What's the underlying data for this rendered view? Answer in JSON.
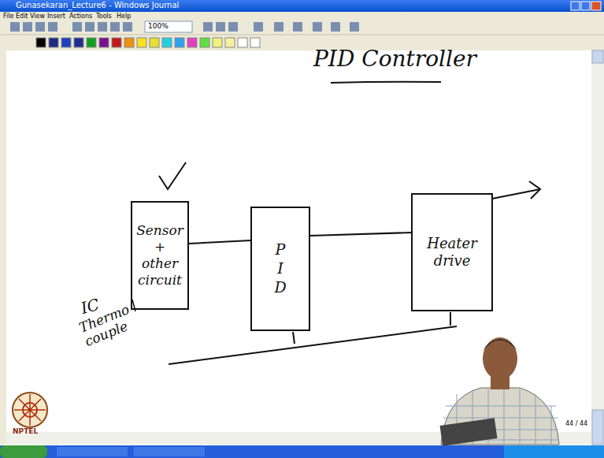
{
  "diagram": {
    "title": "PID Controller",
    "nodes": [
      {
        "text": [
          "Sensor + other circuit"
        ]
      },
      {
        "text": [
          "P I D"
        ]
      },
      {
        "text": [
          "Heater drive"
        ]
      }
    ],
    "edges": [
      {
        "from": 0,
        "to": 1,
        "arrow": "none"
      },
      {
        "from": 1,
        "to": 2,
        "arrow": "none"
      }
    ],
    "labels": [
      "Gunasekaran_Lecture6 - Windows Journal",
      "File",
      "Edit",
      "View",
      "Insert",
      "Actions",
      "Tools",
      "Help",
      "100%",
      "IC",
      "Thermo couple",
      "44 / 44",
      "NPTEL"
    ]
  }
}
